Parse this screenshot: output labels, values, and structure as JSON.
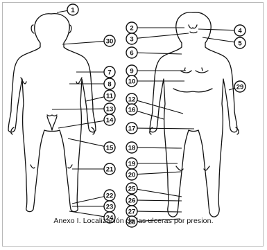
{
  "caption": "Anexo I. Localización de las ulceras por presion.",
  "colors": {
    "ink": "#111111",
    "frame": "#b8b8b8"
  },
  "markers": [
    {
      "label": "1"
    },
    {
      "label": "30"
    },
    {
      "label": "7"
    },
    {
      "label": "8"
    },
    {
      "label": "11"
    },
    {
      "label": "13"
    },
    {
      "label": "14"
    },
    {
      "label": "15"
    },
    {
      "label": "21"
    },
    {
      "label": "22"
    },
    {
      "label": "23"
    },
    {
      "label": "24"
    },
    {
      "label": "2"
    },
    {
      "label": "3"
    },
    {
      "label": "4"
    },
    {
      "label": "5"
    },
    {
      "label": "6"
    },
    {
      "label": "9"
    },
    {
      "label": "10"
    },
    {
      "label": "29"
    },
    {
      "label": "12"
    },
    {
      "label": "16"
    },
    {
      "label": "17"
    },
    {
      "label": "18"
    },
    {
      "label": "19"
    },
    {
      "label": "20"
    },
    {
      "label": "25"
    },
    {
      "label": "26"
    },
    {
      "label": "27"
    },
    {
      "label": "28"
    }
  ]
}
